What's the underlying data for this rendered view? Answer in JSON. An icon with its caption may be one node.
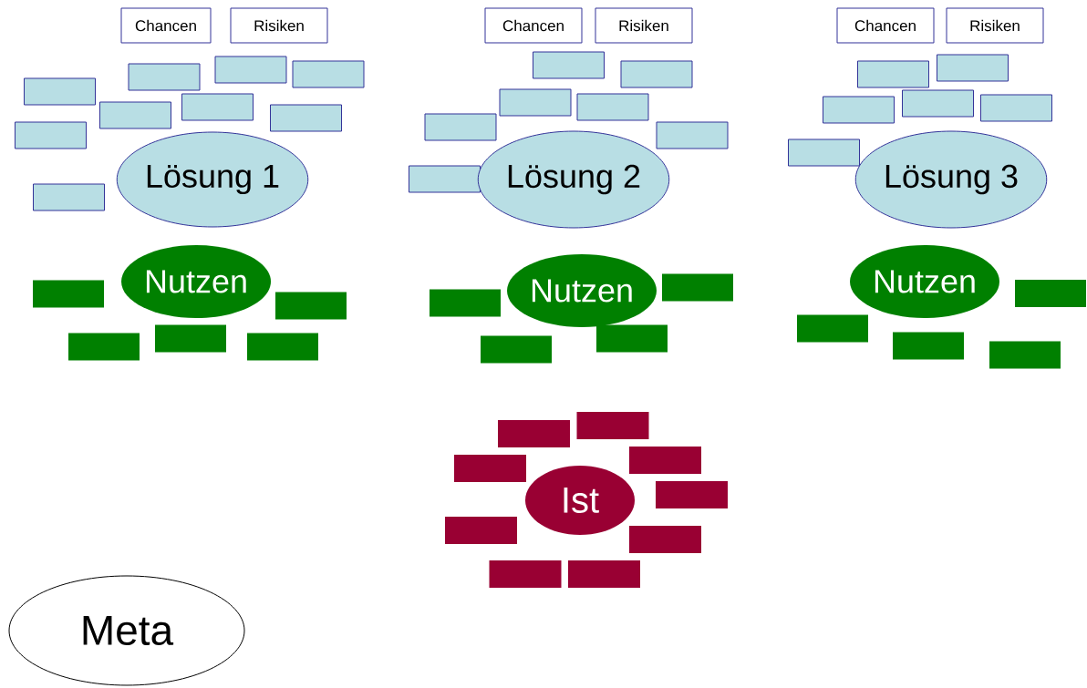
{
  "diagram": {
    "nodes": [
      {
        "text": [
          "Chancen"
        ]
      },
      {
        "text": [
          "Risiken"
        ]
      },
      {
        "text": [],
        "shape": "box"
      },
      {
        "text": [],
        "shape": "box"
      },
      {
        "text": [],
        "shape": "box"
      },
      {
        "text": [],
        "shape": "box"
      },
      {
        "text": [],
        "shape": "box"
      },
      {
        "text": [],
        "shape": "box"
      },
      {
        "text": [],
        "shape": "box"
      },
      {
        "text": [],
        "shape": "box"
      },
      {
        "text": [],
        "shape": "box"
      },
      {
        "text": [
          "Lösung 1"
        ]
      },
      {
        "text": [
          "Nutzen"
        ]
      },
      {
        "text": [],
        "shape": "box"
      },
      {
        "text": [],
        "shape": "box"
      },
      {
        "text": [],
        "shape": "box"
      },
      {
        "text": [],
        "shape": "box"
      },
      {
        "text": [],
        "shape": "box"
      },
      {
        "text": [
          "Chancen"
        ]
      },
      {
        "text": [
          "Risiken"
        ]
      },
      {
        "text": [],
        "shape": "box"
      },
      {
        "text": [],
        "shape": "box"
      },
      {
        "text": [],
        "shape": "box"
      },
      {
        "text": [],
        "shape": "box"
      },
      {
        "text": [],
        "shape": "box"
      },
      {
        "text": [],
        "shape": "box"
      },
      {
        "text": [],
        "shape": "box"
      },
      {
        "text": [
          "Lösung 2"
        ]
      },
      {
        "text": [
          "Nutzen"
        ]
      },
      {
        "text": [],
        "shape": "box"
      },
      {
        "text": [],
        "shape": "box"
      },
      {
        "text": [],
        "shape": "box"
      },
      {
        "text": [],
        "shape": "box"
      },
      {
        "text": [
          "Chancen"
        ]
      },
      {
        "text": [
          "Risiken"
        ]
      },
      {
        "text": [],
        "shape": "box"
      },
      {
        "text": [],
        "shape": "box"
      },
      {
        "text": [],
        "shape": "box"
      },
      {
        "text": [],
        "shape": "box"
      },
      {
        "text": [],
        "shape": "box"
      },
      {
        "text": [],
        "shape": "box"
      },
      {
        "text": [
          "Lösung 3"
        ]
      },
      {
        "text": [
          "Nutzen"
        ]
      },
      {
        "text": [],
        "shape": "box"
      },
      {
        "text": [],
        "shape": "box"
      },
      {
        "text": [],
        "shape": "box"
      },
      {
        "text": [],
        "shape": "box"
      },
      {
        "text": [],
        "shape": "box"
      },
      {
        "text": [],
        "shape": "box"
      },
      {
        "text": [],
        "shape": "box"
      },
      {
        "text": [],
        "shape": "box"
      },
      {
        "text": [],
        "shape": "box"
      },
      {
        "text": [],
        "shape": "box"
      },
      {
        "text": [],
        "shape": "box"
      },
      {
        "text": [],
        "shape": "box"
      },
      {
        "text": [],
        "shape": "box"
      },
      {
        "text": [
          "Ist"
        ]
      },
      {
        "text": [
          "Meta"
        ]
      }
    ]
  }
}
